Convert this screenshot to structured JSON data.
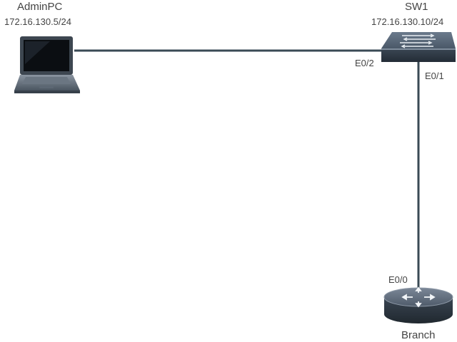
{
  "diagram": {
    "nodes": {
      "adminpc": {
        "name": "AdminPC",
        "ip": "172.16.130.5/24",
        "icon": "laptop-icon"
      },
      "sw1": {
        "name": "SW1",
        "ip": "172.16.130.10/24",
        "icon": "switch-icon"
      },
      "branch": {
        "name": "Branch",
        "icon": "router-icon"
      }
    },
    "links": [
      {
        "from": "adminpc",
        "to": "sw1",
        "to_port": "E0/2"
      },
      {
        "from": "sw1",
        "to": "branch",
        "from_port": "E0/1",
        "to_port": "E0/0"
      }
    ],
    "colors": {
      "link": "#3a4a55",
      "device_top": "#5a6878",
      "device_body": "#2e3a46",
      "label": "#444444"
    }
  }
}
